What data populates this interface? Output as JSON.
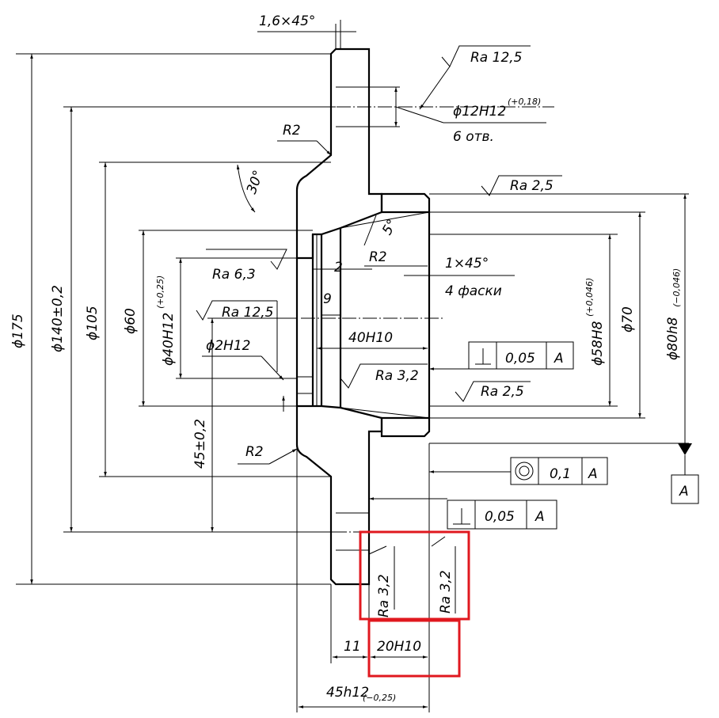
{
  "dimensions": {
    "chamfer_top": "1,6×45°",
    "d175": "ϕ175",
    "d140": "ϕ140±0,2",
    "d105": "ϕ105",
    "d60": "ϕ60",
    "d40": "ϕ40H12",
    "d40_tol": "(+0,25)",
    "d12": "ϕ12H12",
    "d12_tol": "(+0,18)",
    "holes": "6 отв.",
    "d2": "ϕ2H12",
    "d58": "ϕ58H8",
    "d58_tol": "(+0,046)",
    "d70": "ϕ70",
    "d80": "ϕ80h8",
    "d80_tol": "(−0,046)",
    "len_45": "45±0,2",
    "len_2": "2",
    "len_9": "9",
    "len_40": "40H10",
    "len_11": "11",
    "len_20": "20H10",
    "len_45h12": "45h12",
    "len_45h12_tol": "(−0,25)",
    "chamfers_4": "1×45°",
    "chamfers_4_note": "4 фаски",
    "angle_30": "30°",
    "angle_5": "5°",
    "r_top": "R2",
    "r_mid": "R2",
    "r_bot": "R2"
  },
  "roughness": {
    "ra125_top": "Ra 12,5",
    "ra25_top": "Ra 2,5",
    "ra63": "Ra 6,3",
    "ra125_mid": "Ra 12,5",
    "ra32_mid": "Ra 3,2",
    "ra25_mid": "Ra 2,5",
    "ra32_left": "Ra 3,2",
    "ra32_right": "Ra 3,2"
  },
  "tolerances": {
    "perp1_value": "0,05",
    "perp1_datum": "A",
    "conc_value": "0,1",
    "conc_datum": "A",
    "perp2_value": "0,05",
    "perp2_datum": "A",
    "datum_label": "A"
  }
}
